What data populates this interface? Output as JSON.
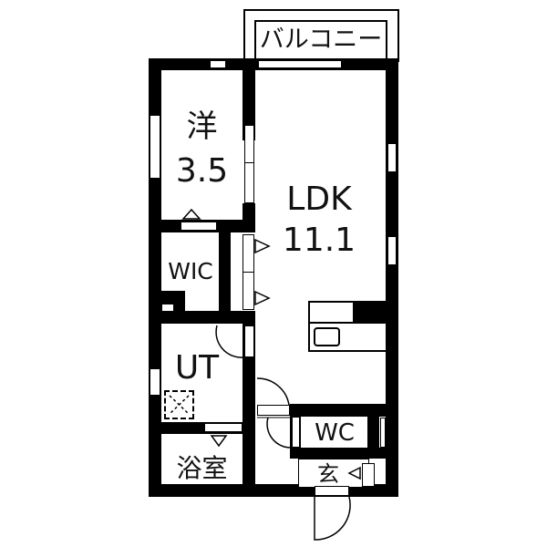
{
  "floorplan": {
    "colors": {
      "wall": "#000000",
      "background": "#ffffff",
      "text": "#111111"
    },
    "rooms": {
      "balcony": {
        "name": "バルコニー"
      },
      "western": {
        "name": "洋",
        "size": "3.5"
      },
      "ldk": {
        "name": "LDK",
        "size": "11.1"
      },
      "wic": {
        "name": "WIC"
      },
      "ut": {
        "name": "UT"
      },
      "bath": {
        "name": "浴室"
      },
      "wc": {
        "name": "WC"
      },
      "entrance": {
        "name": "玄"
      }
    }
  }
}
